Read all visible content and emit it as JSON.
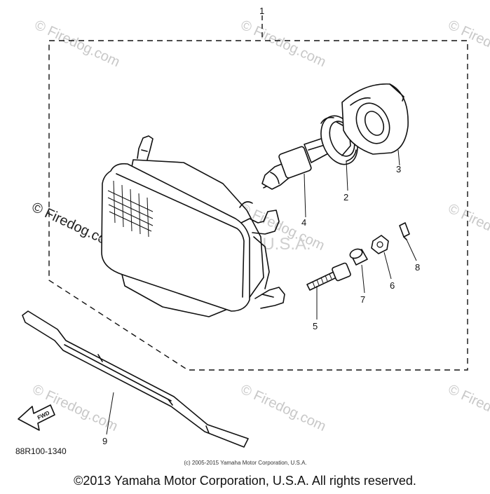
{
  "diagram": {
    "assembly_number": "1",
    "part_numbers": [
      "2",
      "3",
      "4",
      "5",
      "6",
      "7",
      "8",
      "9"
    ],
    "diagram_code": "88R100-1340",
    "fwd_label": "FWD",
    "small_copyright": "(c) 2005-2015 Yamaha Motor Corporation, U.S.A.",
    "center_watermark": "Yamaha Motor Corp., U.S.A.",
    "watermark": "© Firedog.com"
  },
  "footer": {
    "copyright": "©2013 Yamaha Motor Corporation, U.S.A. All rights reserved."
  }
}
